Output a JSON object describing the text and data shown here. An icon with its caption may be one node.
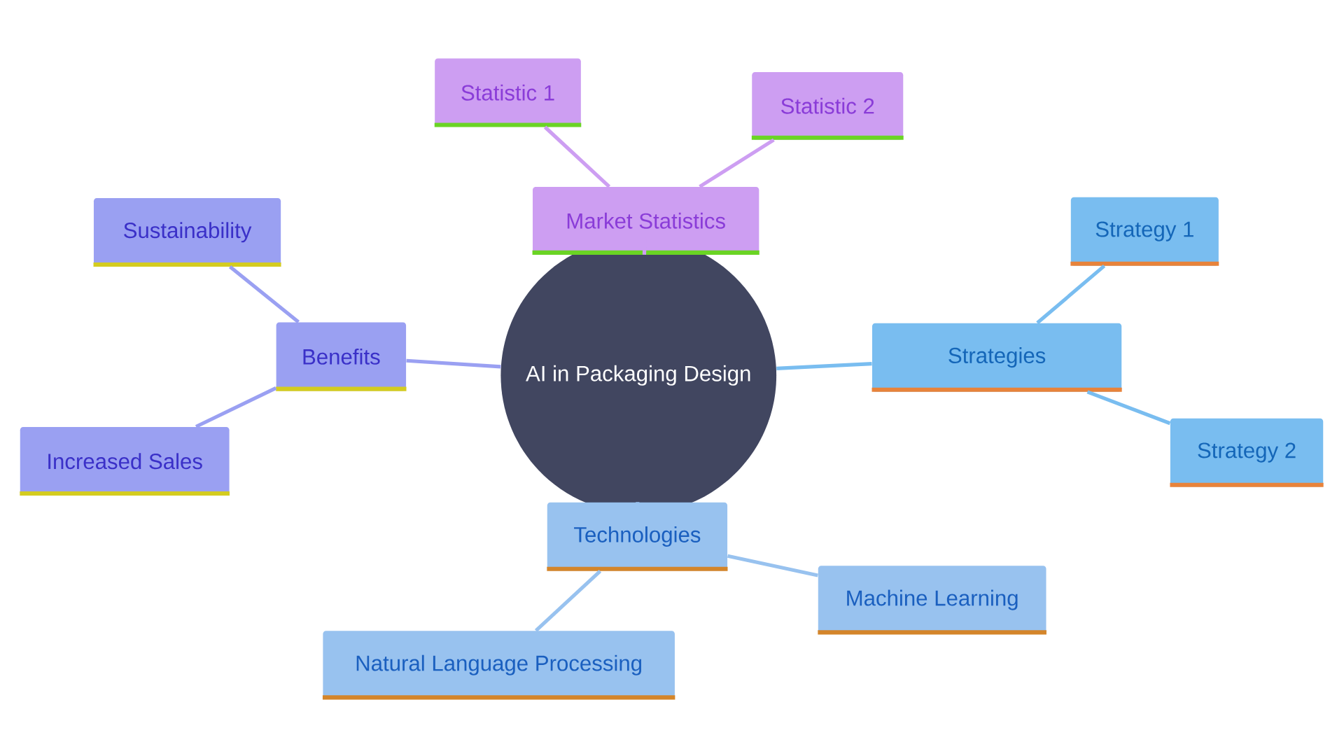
{
  "diagram": {
    "nodes": [
      {
        "text": [
          "AI in Packaging Design"
        ]
      },
      {
        "text": [
          "Market Statistics"
        ]
      },
      {
        "text": [
          "Statistic 1"
        ]
      },
      {
        "text": [
          "Statistic 2"
        ]
      },
      {
        "text": [
          "Benefits"
        ]
      },
      {
        "text": [
          "Sustainability"
        ]
      },
      {
        "text": [
          "Increased Sales"
        ]
      },
      {
        "text": [
          "Strategies"
        ]
      },
      {
        "text": [
          "Strategy 1"
        ]
      },
      {
        "text": [
          "Strategy 2"
        ]
      },
      {
        "text": [
          "Technologies"
        ]
      },
      {
        "text": [
          "Machine Learning"
        ]
      },
      {
        "text": [
          "Natural Language Processing"
        ]
      }
    ],
    "edges": [
      {
        "from": 0,
        "to": 1,
        "arrow": "none",
        "color": "#cd9ef2"
      },
      {
        "from": 1,
        "to": 2,
        "arrow": "none",
        "color": "#cd9ef2"
      },
      {
        "from": 1,
        "to": 3,
        "arrow": "none",
        "color": "#cd9ef2"
      },
      {
        "from": 0,
        "to": 4,
        "arrow": "none",
        "color": "#9aa0f2"
      },
      {
        "from": 4,
        "to": 5,
        "arrow": "none",
        "color": "#9aa0f2"
      },
      {
        "from": 4,
        "to": 6,
        "arrow": "none",
        "color": "#9aa0f2"
      },
      {
        "from": 0,
        "to": 7,
        "arrow": "none",
        "color": "#79bdf0"
      },
      {
        "from": 7,
        "to": 8,
        "arrow": "none",
        "color": "#79bdf0"
      },
      {
        "from": 7,
        "to": 9,
        "arrow": "none",
        "color": "#79bdf0"
      },
      {
        "from": 0,
        "to": 10,
        "arrow": "none",
        "color": "#98c2ef"
      },
      {
        "from": 10,
        "to": 11,
        "arrow": "none",
        "color": "#98c2ef"
      },
      {
        "from": 10,
        "to": 12,
        "arrow": "none",
        "color": "#98c2ef"
      }
    ]
  }
}
